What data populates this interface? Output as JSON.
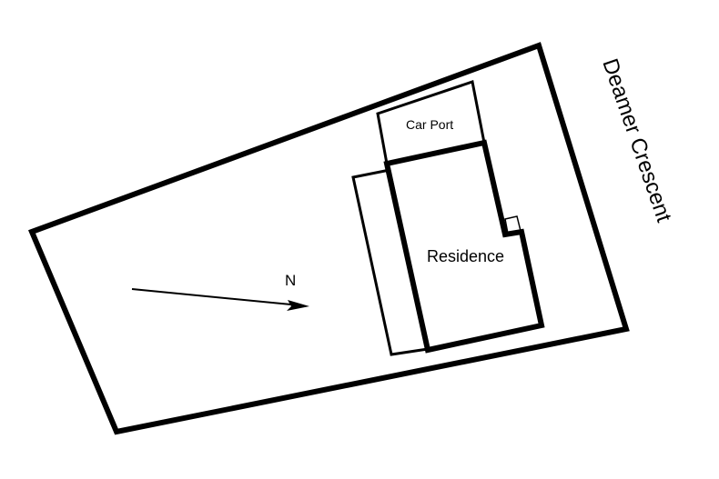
{
  "labels": {
    "street": "Deamer Crescent",
    "carport": "Car Port",
    "residence": "Residence",
    "north": "N"
  },
  "colors": {
    "line": "#000000",
    "background": "#ffffff"
  }
}
